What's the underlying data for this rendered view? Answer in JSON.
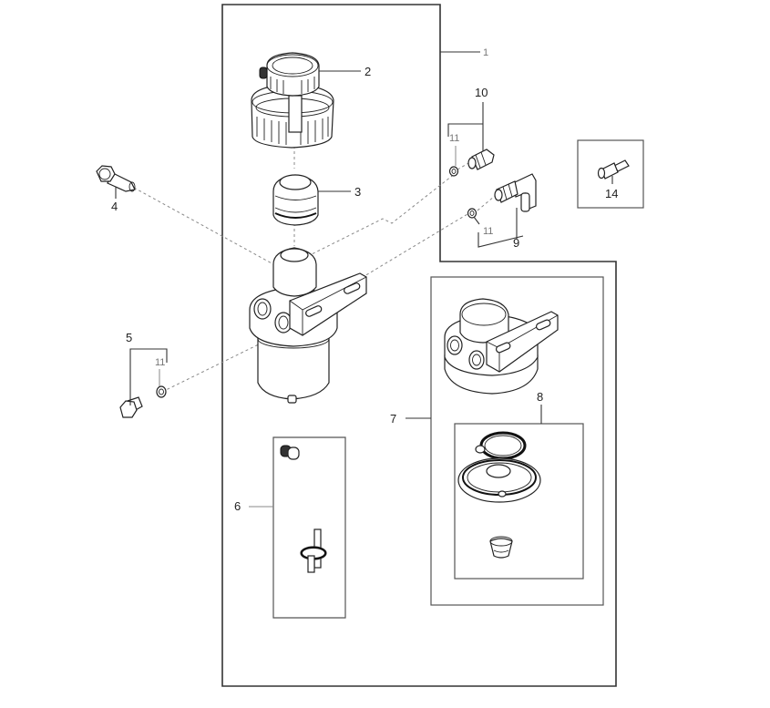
{
  "diagram": {
    "type": "exploded-parts-view",
    "subject": "fuel filter / water separator assembly",
    "callouts": [
      {
        "id": "1",
        "label": "1"
      },
      {
        "id": "2",
        "label": "2"
      },
      {
        "id": "3",
        "label": "3"
      },
      {
        "id": "4",
        "label": "4"
      },
      {
        "id": "5",
        "label": "5"
      },
      {
        "id": "6",
        "label": "6"
      },
      {
        "id": "7",
        "label": "7"
      },
      {
        "id": "8",
        "label": "8"
      },
      {
        "id": "9",
        "label": "9"
      },
      {
        "id": "10",
        "label": "10"
      },
      {
        "id": "11a",
        "label": "11"
      },
      {
        "id": "11b",
        "label": "11"
      },
      {
        "id": "11c",
        "label": "11"
      },
      {
        "id": "14",
        "label": "14"
      }
    ]
  }
}
